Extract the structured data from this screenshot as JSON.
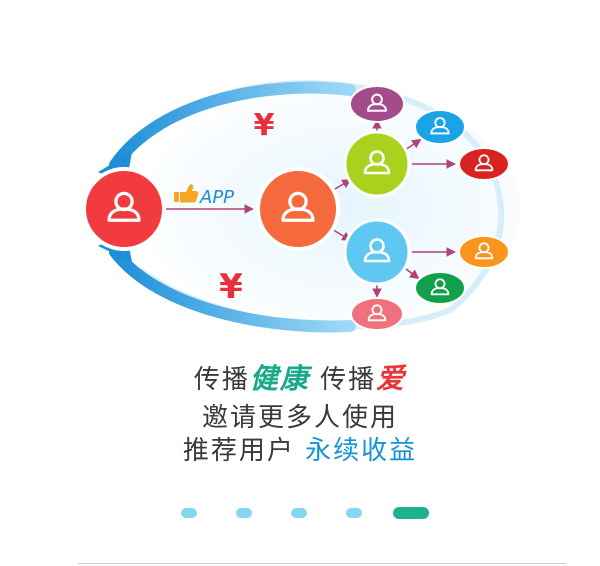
{
  "illustration": {
    "app_label": "APP",
    "yen_symbol": "¥",
    "icons": {
      "thumb": "thumbs-up-icon",
      "person": "person-icon"
    },
    "colors": {
      "source": "#f23b3e",
      "referrer": "#f56a3c",
      "green": "#a9d21e",
      "sky": "#5ec8f2",
      "purple": "#a44b8c",
      "blue": "#1aa4e6",
      "red": "#d92222",
      "orange": "#f9941d",
      "dark_green": "#12a04a",
      "pink": "#f0717d",
      "arc": "#2a9ee0",
      "connector": "#b0437a"
    }
  },
  "caption": {
    "line1": {
      "prefix": "传播",
      "emphasis": "健康",
      "middle": " 传播",
      "emphasis2": "爱"
    },
    "line2": "邀请更多人使用",
    "line3": {
      "prefix": "推荐用户 ",
      "highlight": "永续收益"
    }
  },
  "pager": {
    "count": 5,
    "active_index": 4
  }
}
